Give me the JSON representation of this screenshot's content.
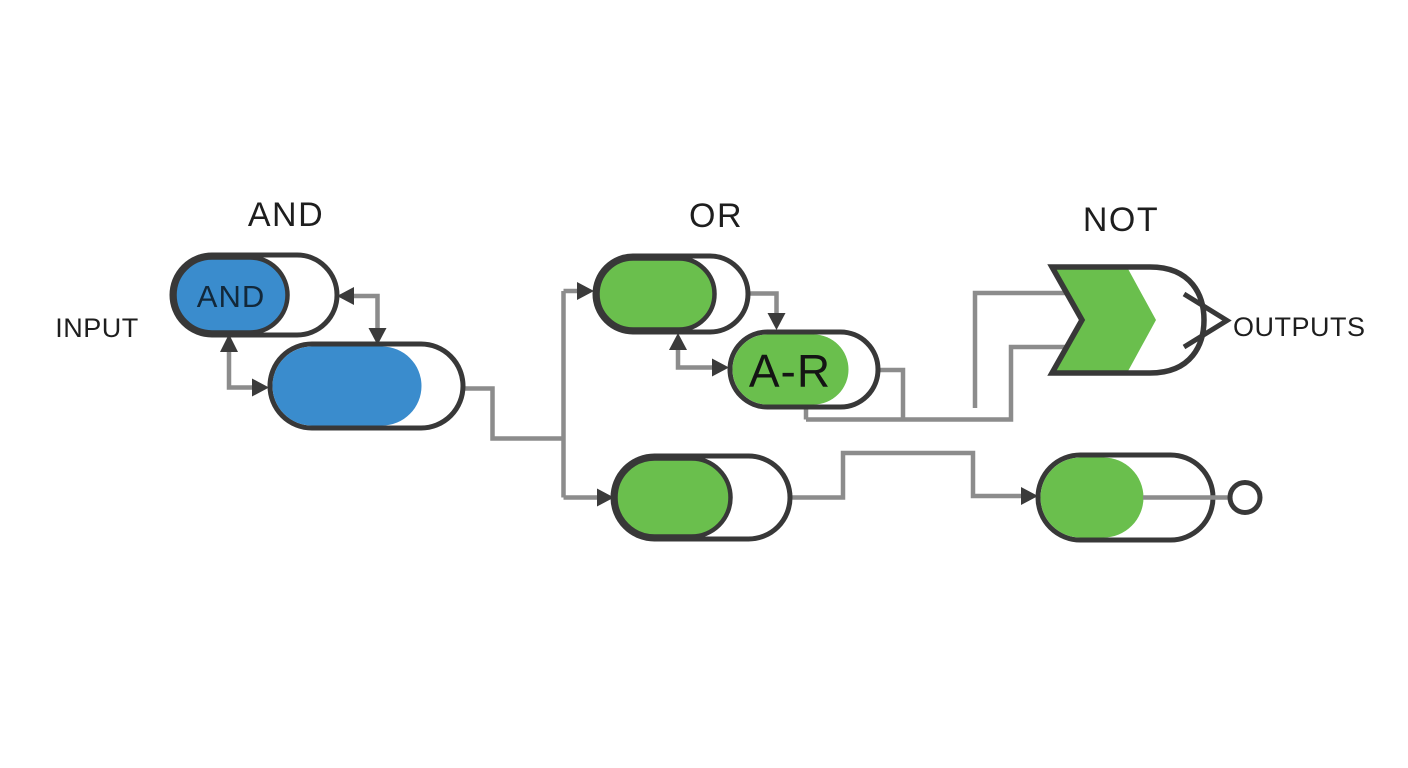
{
  "diagram": {
    "sections": [
      {
        "id": "and",
        "title": "AND"
      },
      {
        "id": "or",
        "title": "OR"
      },
      {
        "id": "not",
        "title": "NOT"
      }
    ],
    "labels": {
      "input": "INPUT",
      "outputs": "OUTPUTS"
    },
    "nodes": {
      "and_pill_label": "AND",
      "ar_pill_label": "A-R"
    },
    "colors": {
      "blue_fill": "#3a8ccd",
      "green_fill": "#6abf4d",
      "outline": "#383838",
      "wire": "#8c8c8c",
      "text": "#1e1e1e",
      "background": "#ffffff"
    }
  }
}
